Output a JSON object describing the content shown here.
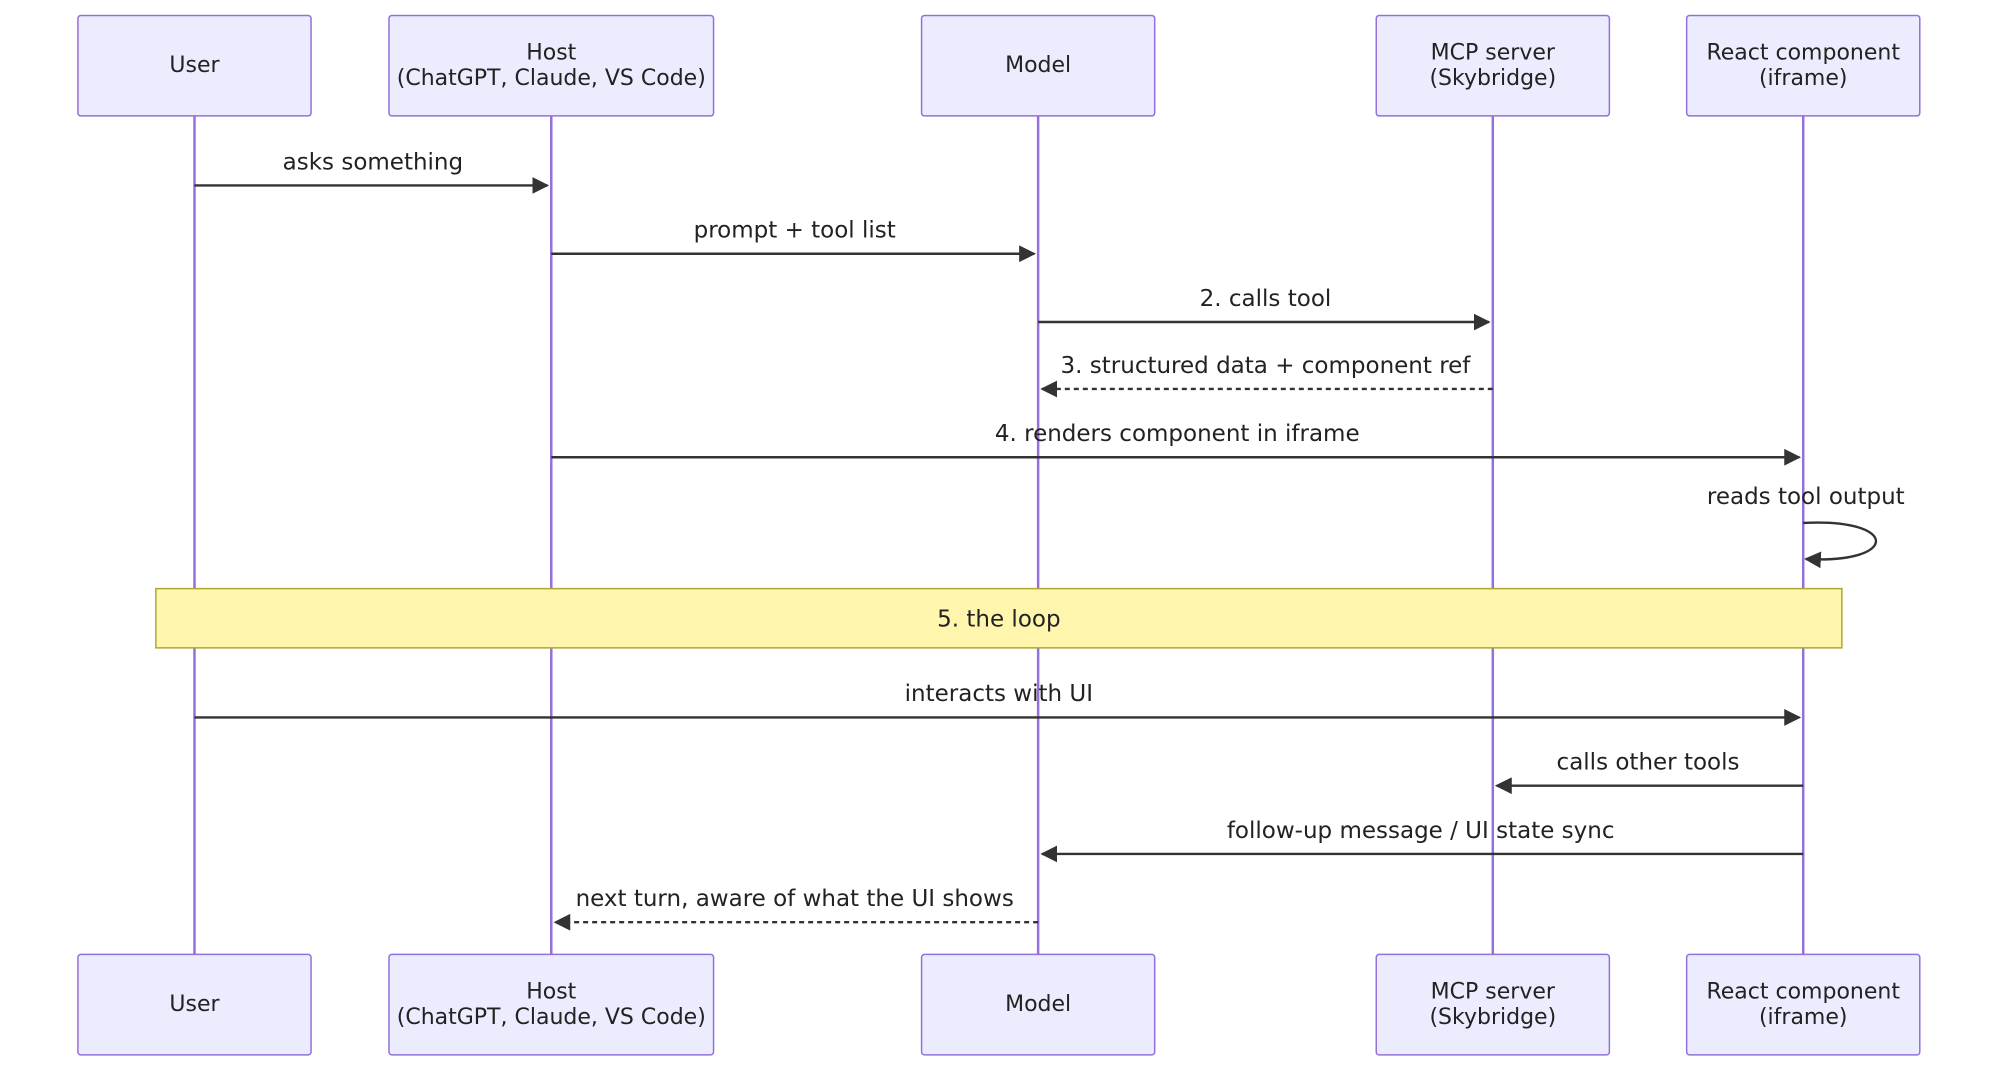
{
  "participants": [
    {
      "id": "user",
      "lines": [
        "User"
      ]
    },
    {
      "id": "host",
      "lines": [
        "Host",
        "(ChatGPT, Claude, VS Code)"
      ]
    },
    {
      "id": "model",
      "lines": [
        "Model"
      ]
    },
    {
      "id": "mcp",
      "lines": [
        "MCP server",
        "(Skybridge)"
      ]
    },
    {
      "id": "react",
      "lines": [
        "React component",
        "(iframe)"
      ]
    }
  ],
  "messages": [
    {
      "from": "user",
      "to": "host",
      "label": "asks something",
      "style": "solid"
    },
    {
      "from": "host",
      "to": "model",
      "label": "prompt + tool list",
      "style": "solid"
    },
    {
      "from": "model",
      "to": "mcp",
      "label": "2. calls tool",
      "style": "solid"
    },
    {
      "from": "mcp",
      "to": "model",
      "label": "3. structured data + component ref",
      "style": "dashed"
    },
    {
      "from": "host",
      "to": "react",
      "label": "4. renders component in iframe",
      "style": "solid"
    },
    {
      "from": "react",
      "to": "react",
      "label": "reads tool output",
      "style": "solid"
    },
    {
      "note": "5. the loop",
      "from": "user",
      "to": "react"
    },
    {
      "from": "user",
      "to": "react",
      "label": "interacts with UI",
      "style": "solid"
    },
    {
      "from": "react",
      "to": "mcp",
      "label": "calls other tools",
      "style": "solid"
    },
    {
      "from": "react",
      "to": "model",
      "label": "follow-up message / UI state sync",
      "style": "solid"
    },
    {
      "from": "model",
      "to": "host",
      "label": "next turn, aware of what the UI shows",
      "style": "dashed"
    }
  ],
  "colors": {
    "actor_fill": "#ECECFF",
    "actor_stroke": "#9370DB",
    "lifeline": "#9370DB",
    "arrow": "#333333",
    "note_fill": "#FFF5AD",
    "note_stroke": "#AAAA33"
  }
}
